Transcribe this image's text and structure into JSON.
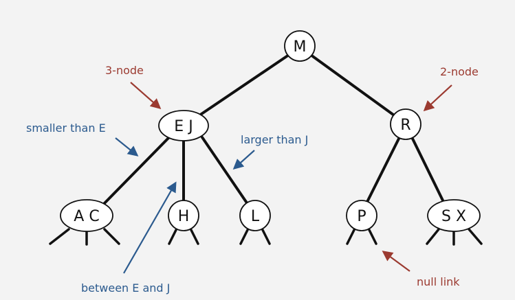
{
  "colors": {
    "background": "#f3f3f3",
    "edge": "#111111",
    "blue_annotation": "#2b5a8e",
    "red_annotation": "#9b3a30"
  },
  "nodes": {
    "root": "M",
    "left": "E J",
    "right": "R",
    "ll": "A C",
    "lm": "H",
    "lr": "L",
    "rl": "P",
    "rr": "S X"
  },
  "annotations": {
    "three_node": "3-node",
    "two_node": "2-node",
    "smaller_than_e": "smaller than E",
    "larger_than_j": "larger than J",
    "between_e_and_j": "between E and J",
    "null_link": "null link"
  }
}
